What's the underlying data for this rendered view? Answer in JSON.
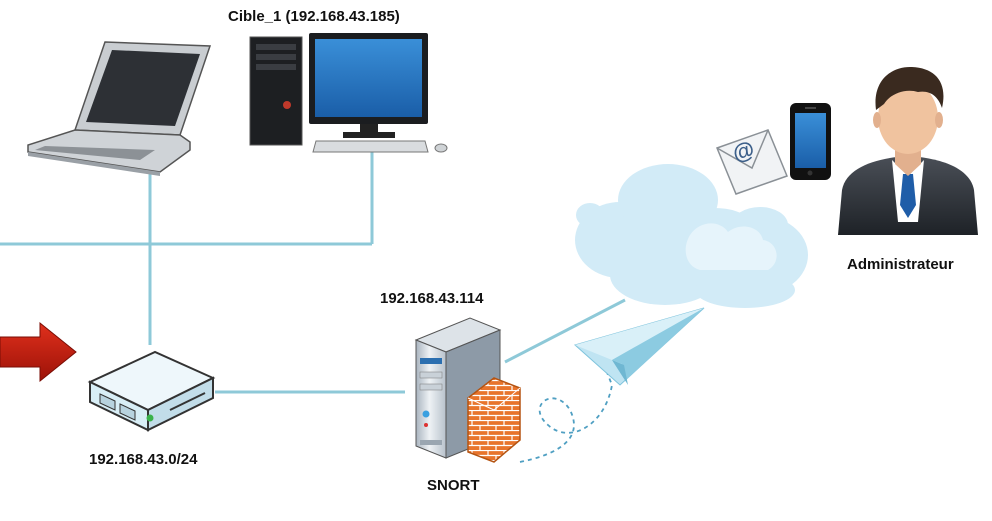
{
  "labels": {
    "cible": "Cible_1 (192.168.43.185)",
    "snort_ip": "192.168.43.114",
    "snort": "SNORT",
    "network": "192.168.43.0/24",
    "admin": "Administrateur"
  },
  "colors": {
    "link": "#8ec9d8",
    "arrow": "#c0180f",
    "cloud": "#cfe9f6",
    "plane": "#9fd5ea",
    "firewall": "#e8742c"
  },
  "icons": [
    "laptop-icon",
    "desktop-computer-icon",
    "router-icon",
    "server-icon",
    "firewall-icon",
    "cloud-icon",
    "paper-plane-icon",
    "email-icon",
    "smartphone-icon",
    "administrator-icon",
    "arrow-icon"
  ]
}
